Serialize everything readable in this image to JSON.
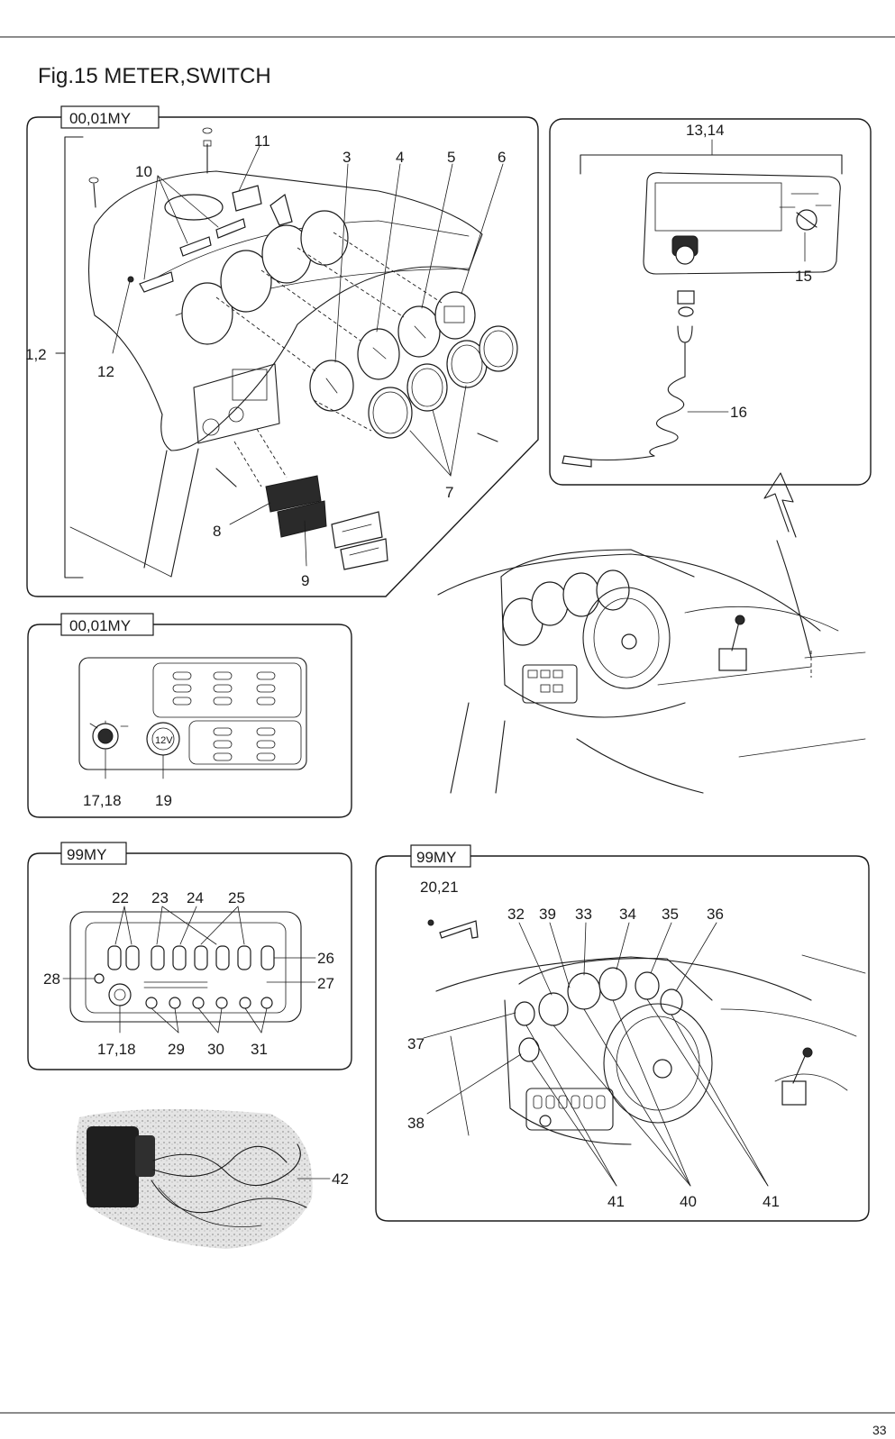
{
  "title": "Fig.15 METER,SWITCH",
  "page_number": "33",
  "panels": {
    "p1_tag": "00,01MY",
    "p2_tag": "00,01MY",
    "p3_tag": "99MY",
    "p4_tag": "99MY"
  },
  "callouts": {
    "c1_2": "1,2",
    "c3": "3",
    "c4": "4",
    "c5": "5",
    "c6": "6",
    "c7": "7",
    "c8": "8",
    "c9": "9",
    "c10": "10",
    "c11": "11",
    "c12": "12",
    "c13_14": "13,14",
    "c15": "15",
    "c16": "16",
    "c17_18_a": "17,18",
    "c19": "19",
    "c20_21": "20,21",
    "c22": "22",
    "c23": "23",
    "c24": "24",
    "c25": "25",
    "c26": "26",
    "c27": "27",
    "c28": "28",
    "c17_18_b": "17,18",
    "c29": "29",
    "c30": "30",
    "c31": "31",
    "c32": "32",
    "c39": "39",
    "c33": "33",
    "c34": "34",
    "c35": "35",
    "c36": "36",
    "c37": "37",
    "c38": "38",
    "c41_a": "41",
    "c40": "40",
    "c41_b": "41",
    "c42": "42"
  },
  "socket_label": "12V"
}
